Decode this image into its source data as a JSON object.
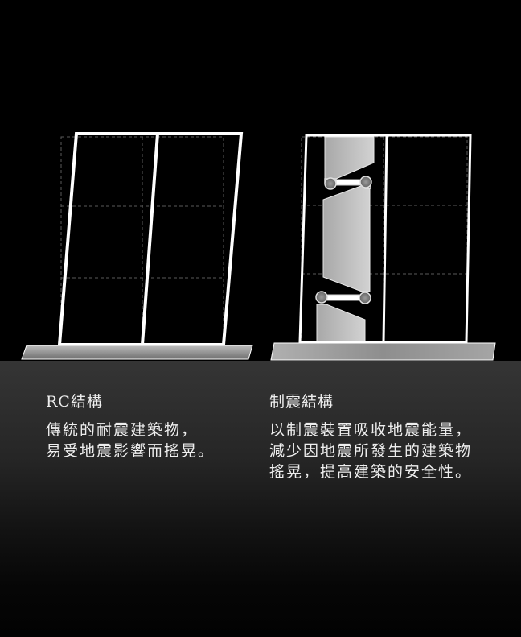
{
  "diagrams": [
    {
      "id": "rc-structure",
      "title": "RC結構",
      "description": "傳統的耐震建築物，\n易受地震影響而搖晃。",
      "frame_state": "tilted (swaying)",
      "reference_grid": "dashed 2x3 grid showing original position"
    },
    {
      "id": "damping-structure",
      "title": "制震結構",
      "description": "以制震裝置吸收地震能量，\n減少因地震所發生的建築物\n搖晃，提高建築的安全性。",
      "frame_state": "slightly tilted with damper wall panels",
      "devices": [
        "upper damper link",
        "lower damper link"
      ]
    }
  ],
  "colors": {
    "background_top": "#000000",
    "background_bottom_start": "#353535",
    "frame_line": "#ffffff",
    "grid_dash": "#5a5a5a",
    "base_plate_light": "#bdbdbd",
    "base_plate_dark": "#6e6e6e",
    "damper_panel": "#c8c8c8",
    "text": "#eeeeee"
  }
}
